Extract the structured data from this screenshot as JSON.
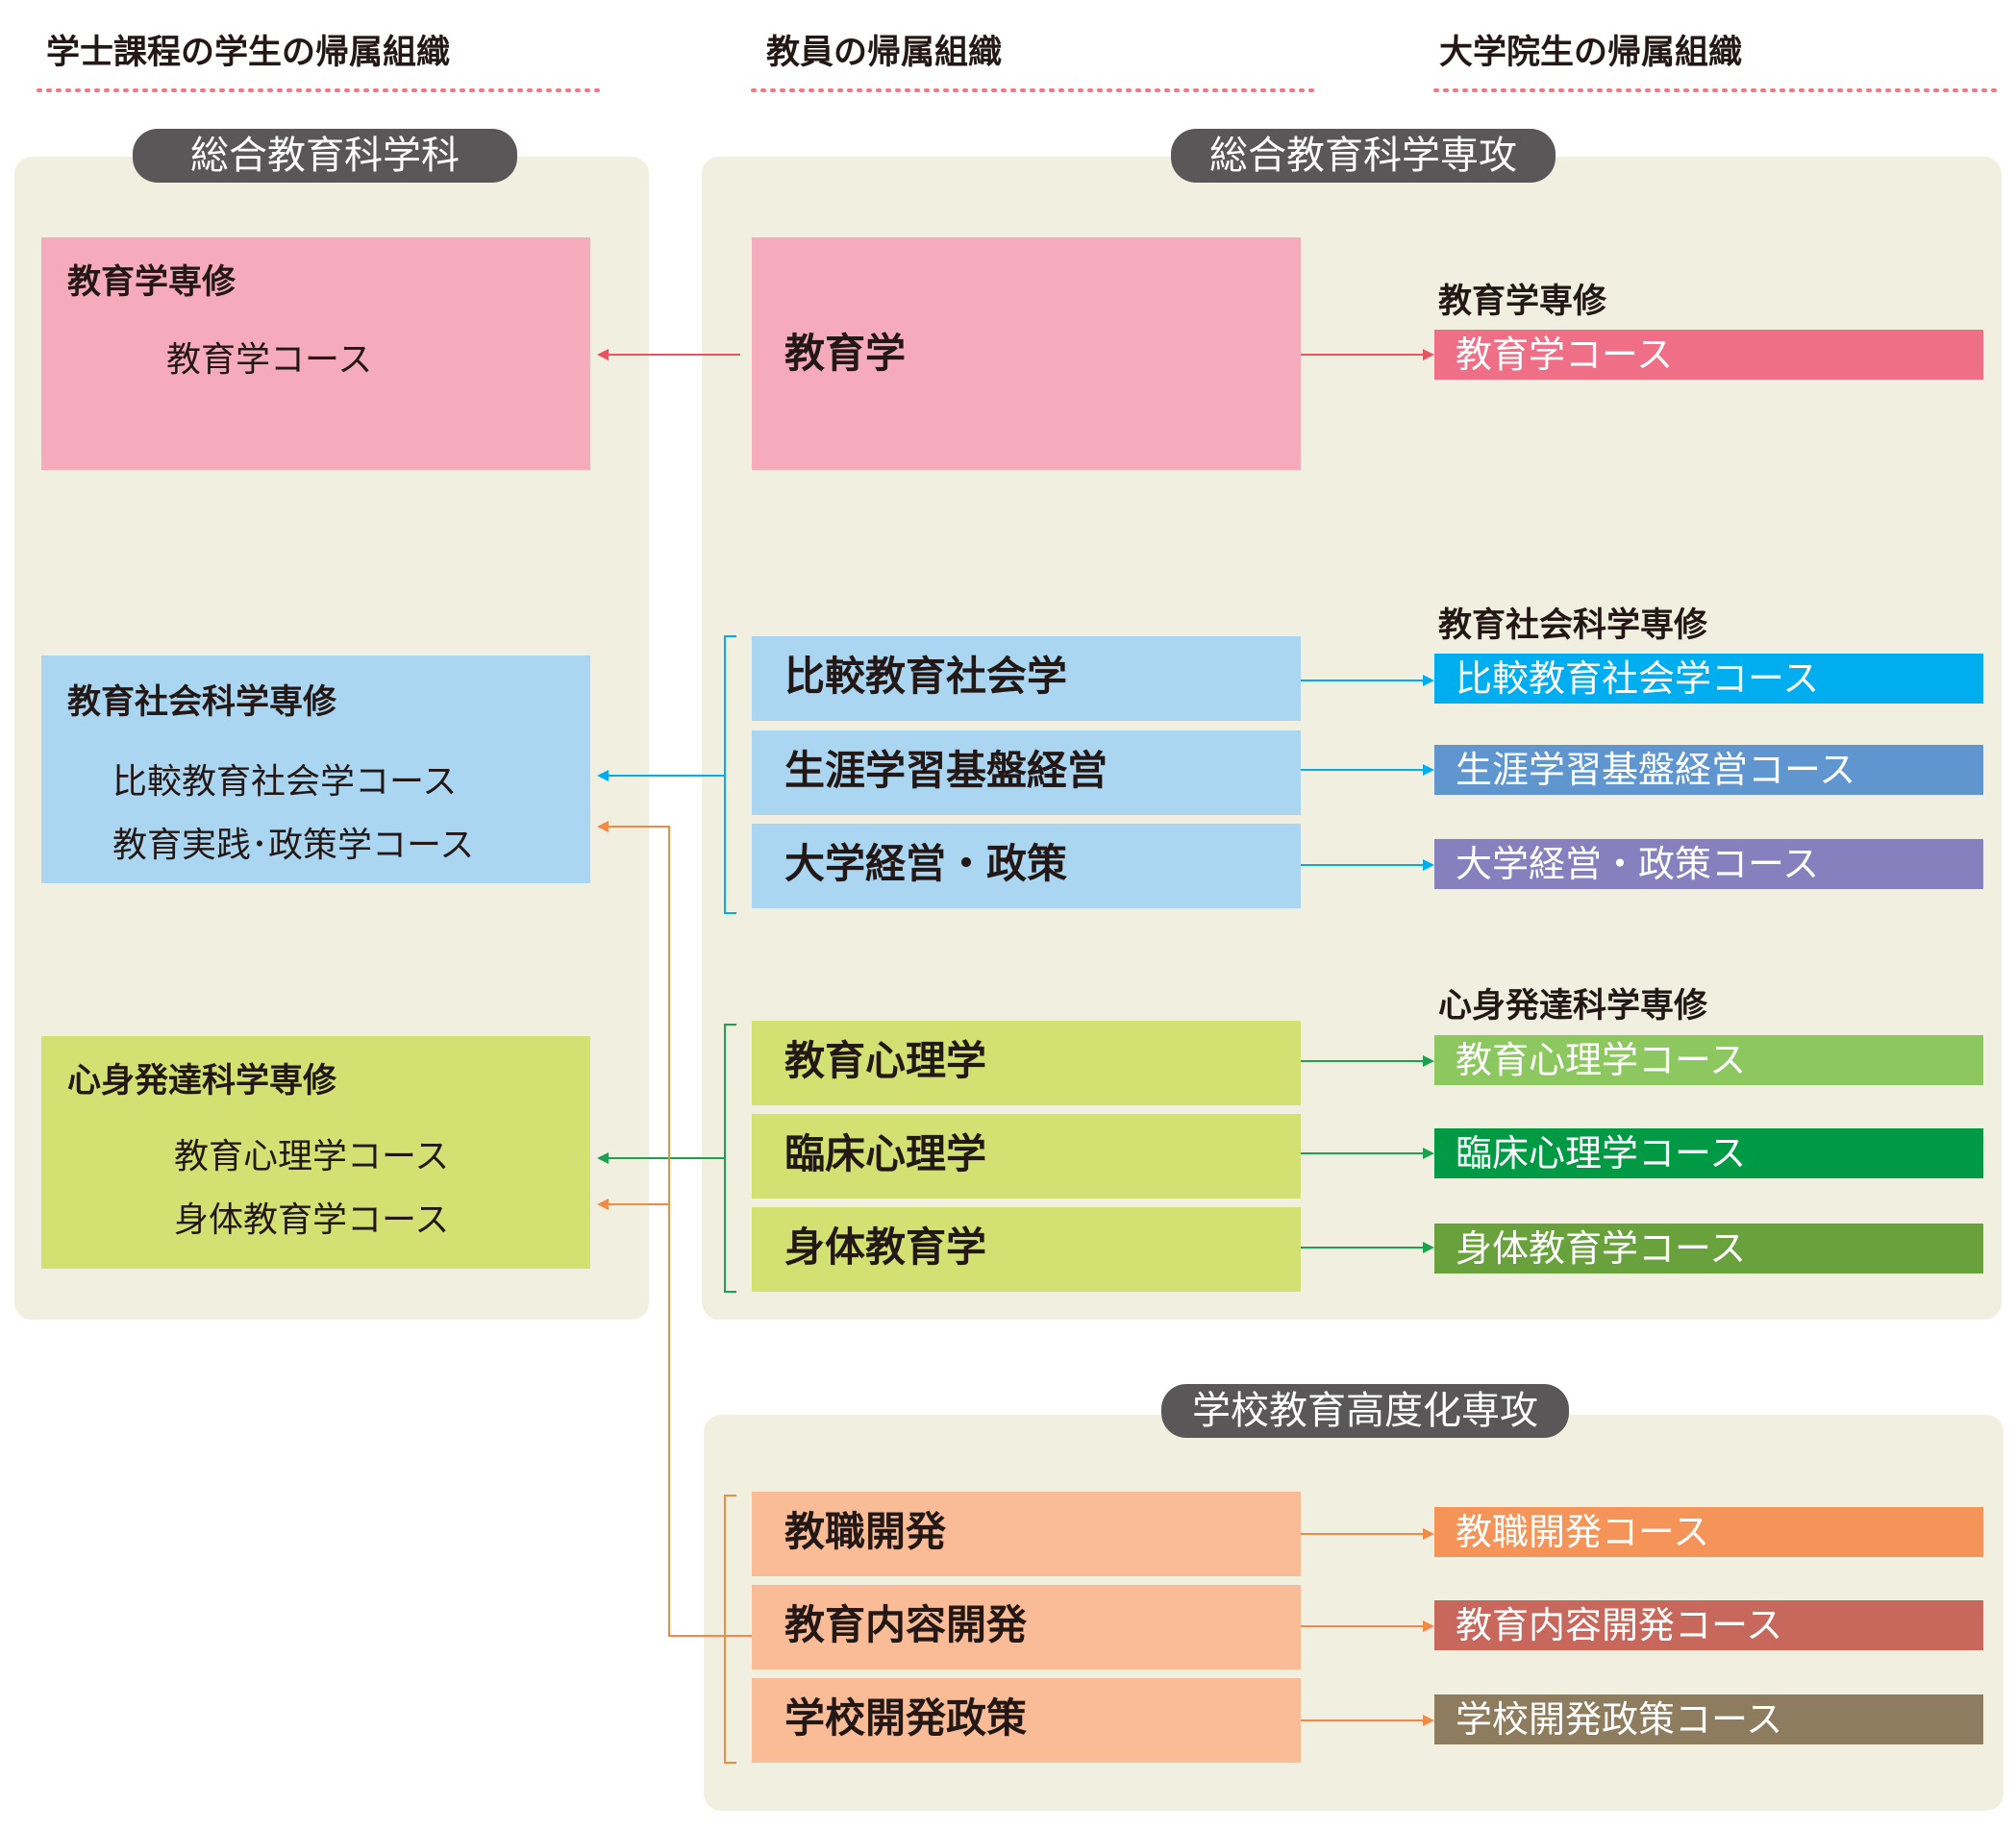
{
  "headers": {
    "undergrad": "学士課程の学生の帰属組織",
    "faculty": "教員の帰属組織",
    "grad": "大学院生の帰属組織"
  },
  "dept_left": "総合教育科学科",
  "dept_right": "総合教育科学専攻",
  "dept_bottom": "学校教育高度化専攻",
  "undergrad_groups": [
    {
      "title": "教育学専修",
      "items": [
        "教育学コース"
      ]
    },
    {
      "title": "教育社会科学専修",
      "items": [
        "比較教育社会学コース",
        "教育実践･政策学コース"
      ]
    },
    {
      "title": "心身発達科学専修",
      "items": [
        "教育心理学コース",
        "身体教育学コース"
      ]
    }
  ],
  "faculty_fields": [
    "教育学",
    "比較教育社会学",
    "生涯学習基盤経営",
    "大学経営・政策",
    "教育心理学",
    "臨床心理学",
    "身体教育学",
    "教職開発",
    "教育内容開発",
    "学校開発政策"
  ],
  "grad_groups": [
    {
      "title": "教育学専修"
    },
    {
      "title": "教育社会科学専修"
    },
    {
      "title": "心身発達科学専修"
    }
  ],
  "grad_courses": [
    "教育学コース",
    "比較教育社会学コース",
    "生涯学習基盤経営コース",
    "大学経営・政策コース",
    "教育心理学コース",
    "臨床心理学コース",
    "身体教育学コース",
    "教職開発コース",
    "教育内容開発コース",
    "学校開発政策コース"
  ],
  "colors": {
    "pink_light": "#f5abbb",
    "pink": "#ee6f86",
    "blue_light": "#abd6f1",
    "blue": "#00aeef",
    "blue_mid": "#6096d0",
    "purple": "#8680bf",
    "green_light": "#d2e171",
    "green1": "#8cc85f",
    "green2": "#009a44",
    "green3": "#69a23c",
    "orange_light": "#f9bc97",
    "orange": "#f49458",
    "red_brown": "#c8685c",
    "brown": "#8e7c5f",
    "panel": "#f1efe0",
    "pill": "#595757",
    "dots": "#ef7a85"
  }
}
